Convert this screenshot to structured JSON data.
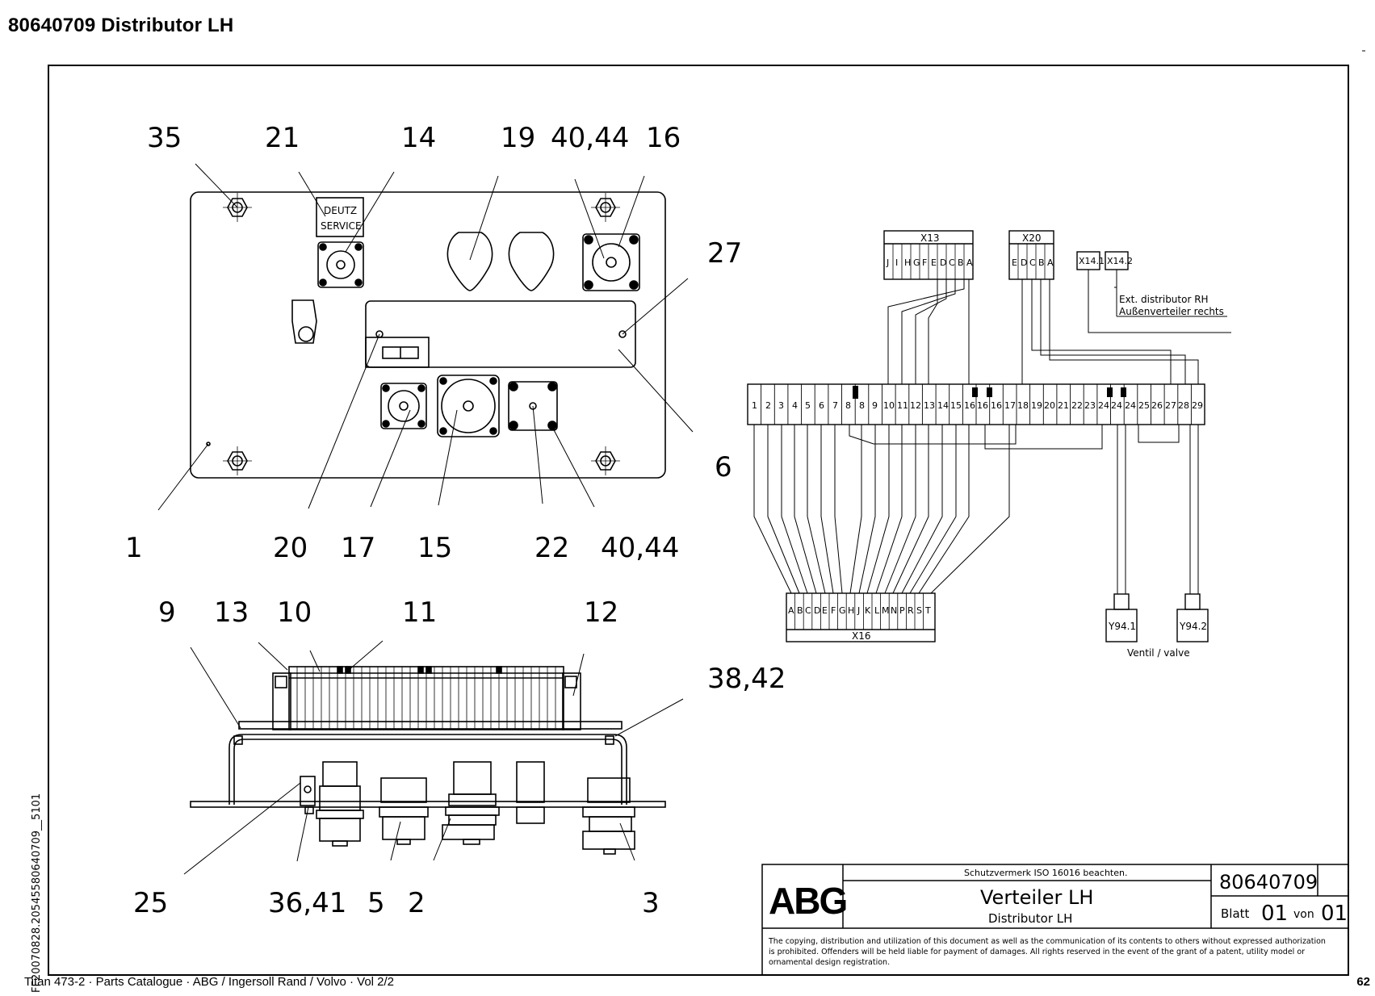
{
  "header": {
    "title": "80640709  Distributor LH"
  },
  "footer": {
    "catalogue": "Titan 473-2  ·  Parts Catalogue  ·  ABG / Ingersoll Rand / Volvo  ·  Vol 2/2",
    "page_number": "62"
  },
  "side_code": "FF20070828.20545580640709__5101",
  "callouts": {
    "c35": "35",
    "c21": "21",
    "c14": "14",
    "c19": "19",
    "c40_44_top": "40,44",
    "c16": "16",
    "c27": "27",
    "c6": "6",
    "c1": "1",
    "c20": "20",
    "c17": "17",
    "c15": "15",
    "c22": "22",
    "c40_44_bottom": "40,44",
    "c9": "9",
    "c13": "13",
    "c10": "10",
    "c11": "11",
    "c12": "12",
    "c38_42": "38,42",
    "c25": "25",
    "c36_41": "36,41",
    "c5": "5",
    "c2": "2",
    "c3": "3"
  },
  "front_view": {
    "service_label_line1": "DEUTZ",
    "service_label_line2": "SERVICE"
  },
  "schematic": {
    "x13": {
      "name": "X13",
      "pins": [
        "J",
        "I",
        "H",
        "G",
        "F",
        "E",
        "D",
        "C",
        "B",
        "A"
      ]
    },
    "x20": {
      "name": "X20",
      "pins": [
        "E",
        "D",
        "C",
        "B",
        "A"
      ]
    },
    "x14_1": "X14.1",
    "x14_2": "X14.2",
    "ext_line1": "Ext. distributor RH",
    "ext_line2": "Außenverteiler rechts",
    "terminal_strip": [
      "1",
      "2",
      "3",
      "4",
      "5",
      "6",
      "7",
      "8",
      "8",
      "9",
      "10",
      "11",
      "12",
      "13",
      "14",
      "15",
      "16",
      "16",
      "16",
      "17",
      "18",
      "19",
      "20",
      "21",
      "22",
      "23",
      "24",
      "24",
      "24",
      "25",
      "26",
      "27",
      "28",
      "29"
    ],
    "x16": {
      "name": "X16",
      "pins": [
        "A",
        "B",
        "C",
        "D",
        "E",
        "F",
        "G",
        "H",
        "J",
        "K",
        "L",
        "M",
        "N",
        "P",
        "R",
        "S",
        "T"
      ]
    },
    "valve1": "Y94.1",
    "valve2": "Y94.2",
    "valve_caption": "Ventil / valve"
  },
  "title_block": {
    "logo": "ABG",
    "protection_note": "Schutzvermerk ISO 16016 beachten.",
    "title_de": "Verteiler LH",
    "title_en": "Distributor LH",
    "drawing_number": "80640709",
    "sheet_label": "Blatt",
    "sheet_number": "01",
    "of_label": "von",
    "sheet_total": "01",
    "legal_line1": "The copying, distribution and utilization of this document as well as the communication of its contents to others without expressed authorization",
    "legal_line2": "is prohibited. Offenders will be held liable for payment of damages. All rights reserved in the event of the grant of a patent, utility model or",
    "legal_line3": "ornamental design registration."
  }
}
